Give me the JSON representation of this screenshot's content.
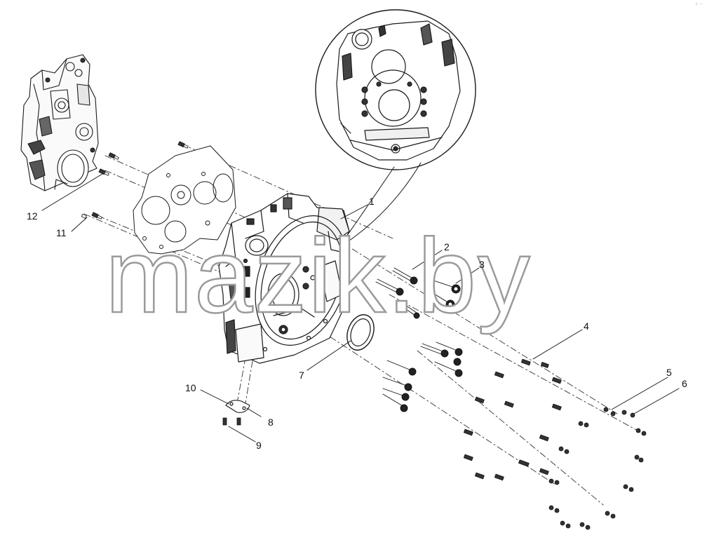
{
  "watermark": "mazik.by",
  "corner_mark": "r --",
  "callouts": [
    {
      "id": "c1",
      "label": "1"
    },
    {
      "id": "c2",
      "label": "2"
    },
    {
      "id": "c3",
      "label": "3"
    },
    {
      "id": "c4",
      "label": "4"
    },
    {
      "id": "c5",
      "label": "5"
    },
    {
      "id": "c6",
      "label": "6"
    },
    {
      "id": "c7",
      "label": "7"
    },
    {
      "id": "c8",
      "label": "8"
    },
    {
      "id": "c9",
      "label": "9"
    },
    {
      "id": "c10",
      "label": "10"
    },
    {
      "id": "c11",
      "label": "11"
    },
    {
      "id": "c12",
      "label": "12"
    }
  ]
}
